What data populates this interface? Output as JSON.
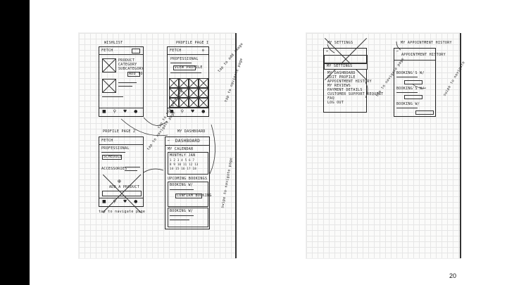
{
  "page_number": "20",
  "left_page": {
    "wishlist": {
      "heading": "WISHLIST",
      "app_title": "FETCH",
      "item_lines": [
        "PRODUCT",
        "CATEGORY",
        "SUBCATEGORY"
      ],
      "button": "ADD TO"
    },
    "profile_page_1": {
      "heading": "PROFILE PAGE I",
      "app_title": "FETCH",
      "subtitle": "PROFESSIONAL",
      "button": "VIEW PROFILE"
    },
    "profile_page_2": {
      "heading": "PROFILE PAGE 2",
      "app_title": "FETCH",
      "subtitle": "PROFESSIONAL",
      "button": "SCHEDULE",
      "section": "ACCESSORIES",
      "cta": "ADD A PRODUCT"
    },
    "my_dashboard": {
      "heading": "MY DASHBOARD",
      "title": "DASHBOARD",
      "calendar_label": "MY CALENDAR",
      "month_label": "MONTHLY JAN",
      "upcoming": "UPCOMING BOOKINGS",
      "booking_1": "BOOKING W/",
      "booking_2": "BOOKING W/",
      "confirm": "CONFIRM BOOKING"
    },
    "annotations": [
      "tap to add image",
      "tap to navigate page",
      "tap to navigate page",
      "tap to navigate page",
      "swipe to navigate page"
    ]
  },
  "right_page": {
    "my_settings": {
      "heading": "MY SETTINGS",
      "banner": "MY SETTINGS",
      "menu": [
        "MY DASHBOARD",
        "EDIT PROFILE",
        "APPOINTMENT HISTORY",
        "MY REVIEWS",
        "PAYMENT DETAILS",
        "CUSTOMER SUPPORT REQUEST",
        "FAQ",
        "LOG OUT"
      ]
    },
    "my_appointment_history": {
      "heading": "MY APPOINTMENT HISTORY",
      "title": "APPOINTMENT HISTORY",
      "lines": [
        "BOOKING'S W/",
        "BOOKING'S W/",
        "BOOKING W/"
      ]
    },
    "annotations": [
      "tap to navigate page",
      "swipe to navigate"
    ]
  }
}
